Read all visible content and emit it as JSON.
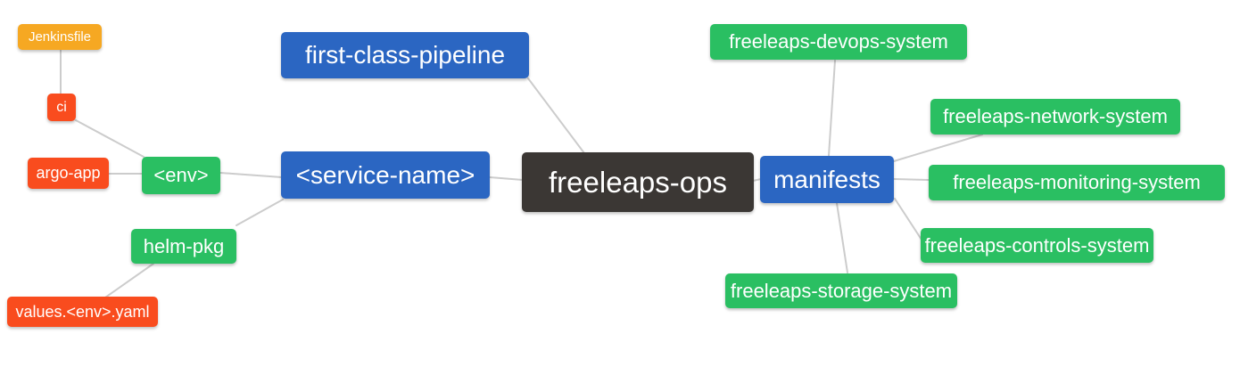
{
  "palette": {
    "background": "#ffffff",
    "edge": "#cccccc",
    "text": "#ffffff",
    "root": "#3b3734",
    "level1": "#2b66c2",
    "level2": "#2abf62",
    "level3": "#f94c1e",
    "level4": "#f6a822"
  },
  "mindmap": {
    "root": {
      "label": "freeleaps-ops"
    },
    "nodes": {
      "first_class_pipeline": {
        "label": "first-class-pipeline",
        "parent": "freeleaps-ops",
        "depth": 1
      },
      "service_name": {
        "label": "<service-name>",
        "parent": "freeleaps-ops",
        "depth": 1
      },
      "manifests": {
        "label": "manifests",
        "parent": "freeleaps-ops",
        "depth": 1
      },
      "env": {
        "label": "<env>",
        "parent": "<service-name>",
        "depth": 2
      },
      "helm_pkg": {
        "label": "helm-pkg",
        "parent": "<service-name>",
        "depth": 2
      },
      "ci": {
        "label": "ci",
        "parent": "<env>",
        "depth": 3
      },
      "argo_app": {
        "label": "argo-app",
        "parent": "<env>",
        "depth": 3
      },
      "jenkinsfile": {
        "label": "Jenkinsfile",
        "parent": "ci",
        "depth": 4
      },
      "values_env_yaml": {
        "label": "values.<env>.yaml",
        "parent": "helm-pkg",
        "depth": 3
      },
      "devops_system": {
        "label": "freeleaps-devops-system",
        "parent": "manifests",
        "depth": 2
      },
      "network_system": {
        "label": "freeleaps-network-system",
        "parent": "manifests",
        "depth": 2
      },
      "monitoring_system": {
        "label": "freeleaps-monitoring-system",
        "parent": "manifests",
        "depth": 2
      },
      "controls_system": {
        "label": "freeleaps-controls-system",
        "parent": "manifests",
        "depth": 2
      },
      "storage_system": {
        "label": "freeleaps-storage-system",
        "parent": "manifests",
        "depth": 2
      }
    }
  }
}
